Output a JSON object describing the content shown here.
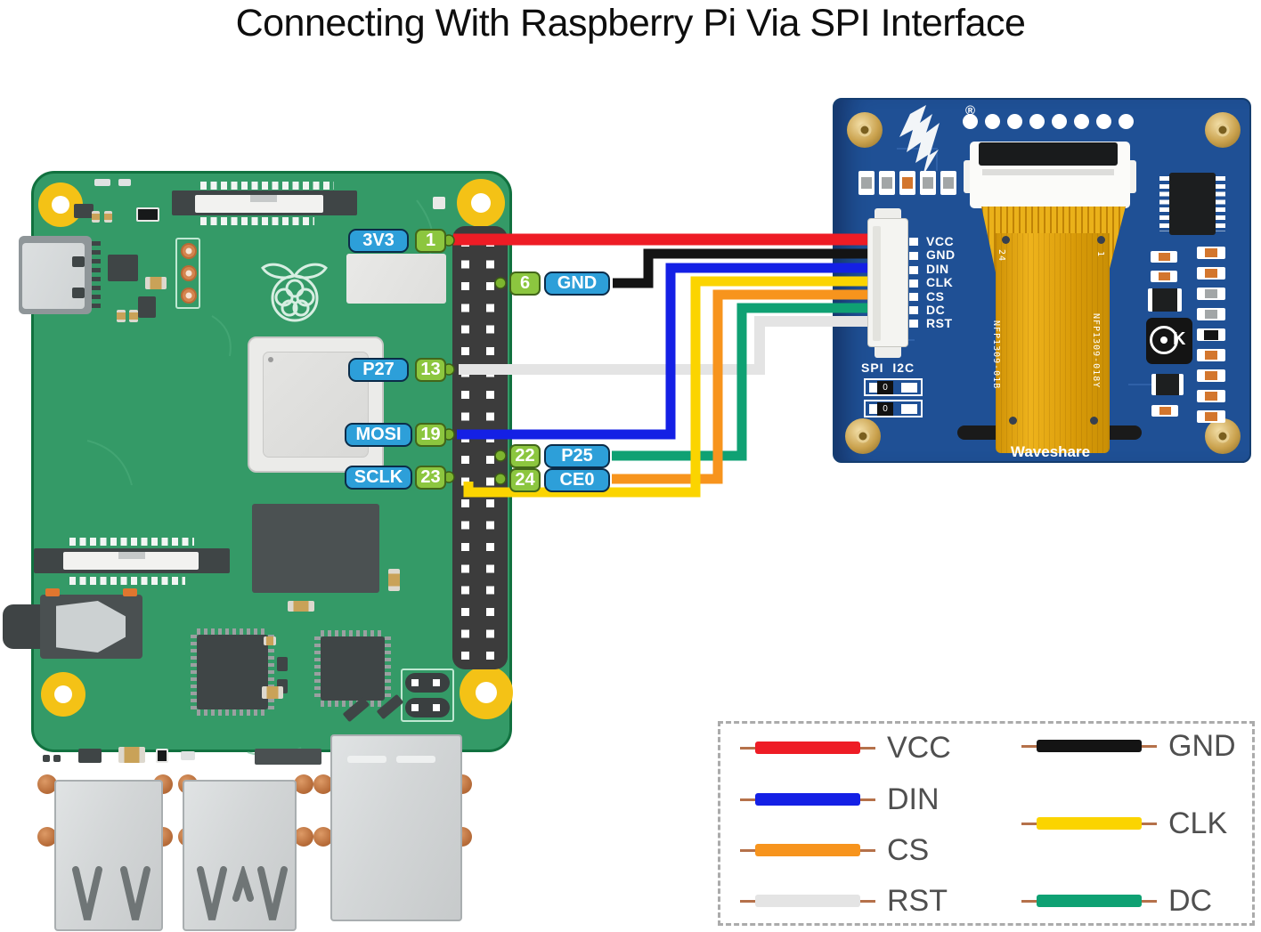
{
  "title": "Connecting With Raspberry Pi Via SPI Interface",
  "wire_colors": {
    "vcc": "#ee1c25",
    "gnd": "#141414",
    "din": "#1420e5",
    "clk": "#fbd400",
    "cs": "#f7941d",
    "dc": "#0fa173",
    "rst": "#e4e4e4"
  },
  "ui_colors": {
    "pill_blue": "#2d9fd9",
    "pin_green": "#8cc63f",
    "rpi_pcb": "#349a67",
    "oled_pcb": "#1f5095"
  },
  "rpi": {
    "callouts": [
      {
        "label": "3V3",
        "pin": "1"
      },
      {
        "label": "GND",
        "pin": "6"
      },
      {
        "label": "P27",
        "pin": "13"
      },
      {
        "label": "MOSI",
        "pin": "19"
      },
      {
        "label": "P25",
        "pin": "22"
      },
      {
        "label": "SCLK",
        "pin": "23"
      },
      {
        "label": "CE0",
        "pin": "24"
      }
    ]
  },
  "oled": {
    "brand": "Waveshare",
    "trademark": "®",
    "pins": [
      "VCC",
      "GND",
      "DIN",
      "CLK",
      "CS",
      "DC",
      "RST"
    ],
    "spi_label": "SPI",
    "i2c_label": "I2C",
    "jumper_spi_value": "0",
    "jumper_i2c_value": "0",
    "flex_left_marking": "NFP1309-01B",
    "flex_right_marking": "NFP1309-018Y",
    "flex_pin24": "24",
    "flex_pin1": "1",
    "inductor_marking": "K"
  },
  "legend": {
    "items": [
      {
        "label": "VCC"
      },
      {
        "label": "DIN"
      },
      {
        "label": "CS"
      },
      {
        "label": "RST"
      },
      {
        "label": "GND"
      },
      {
        "label": "CLK"
      },
      {
        "label": "DC"
      }
    ]
  }
}
